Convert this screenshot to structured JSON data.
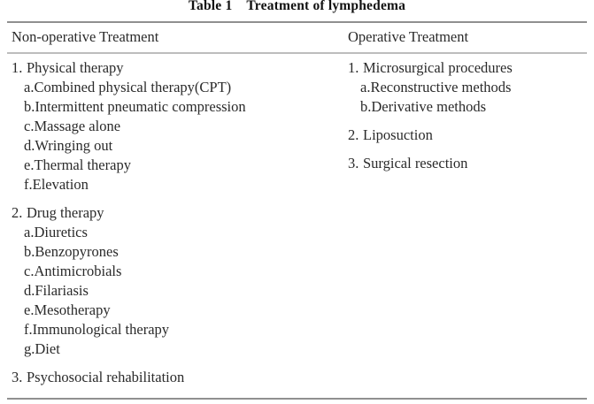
{
  "document": {
    "title": "Table 1    Treatment of lymphedema",
    "table": {
      "columns": [
        {
          "header": "Non-operative Treatment",
          "groups": [
            {
              "marker": "1.",
              "label": "Physical therapy",
              "subitems": [
                "a.Combined physical therapy(CPT)",
                "b.Intermittent pneumatic compression",
                "c.Massage alone",
                "d.Wringing out",
                "e.Thermal therapy",
                "f.Elevation"
              ]
            },
            {
              "marker": "2.",
              "label": "Drug therapy",
              "subitems": [
                "a.Diuretics",
                "b.Benzopyrones",
                "c.Antimicrobials",
                "d.Filariasis",
                "e.Mesotherapy",
                "f.Immunological therapy",
                "g.Diet"
              ]
            },
            {
              "marker": "3.",
              "label": "Psychosocial rehabilitation",
              "subitems": []
            }
          ]
        },
        {
          "header": "Operative Treatment",
          "groups": [
            {
              "marker": "1.",
              "label": "Microsurgical procedures",
              "subitems": [
                "a.Reconstructive methods",
                "b.Derivative methods"
              ]
            },
            {
              "marker": "2.",
              "label": "Liposuction",
              "subitems": []
            },
            {
              "marker": "3.",
              "label": "Surgical resection",
              "subitems": []
            }
          ]
        }
      ]
    }
  }
}
